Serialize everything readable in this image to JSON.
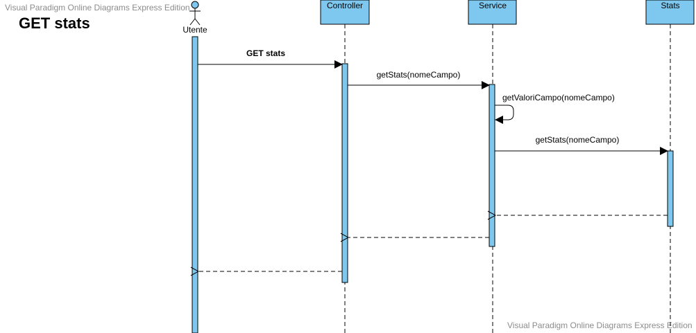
{
  "watermark": {
    "top": "Visual Paradigm Online Diagrams Express Edition",
    "bottom": "Visual Paradigm Online Diagrams Express Edition"
  },
  "title": "GET stats",
  "colors": {
    "participant_fill": "#7ec8f0",
    "activation_fill": "#7ec8f0",
    "stroke": "#000000"
  },
  "participants": {
    "actor": "Utente",
    "controller": "Controller",
    "service": "Service",
    "stats": "Stats"
  },
  "messages": {
    "m1": "GET stats",
    "m2": "getStats(nomeCampo)",
    "m3": "getValoriCampo(nomeCampo)",
    "m4": "getStats(nomeCampo)"
  }
}
